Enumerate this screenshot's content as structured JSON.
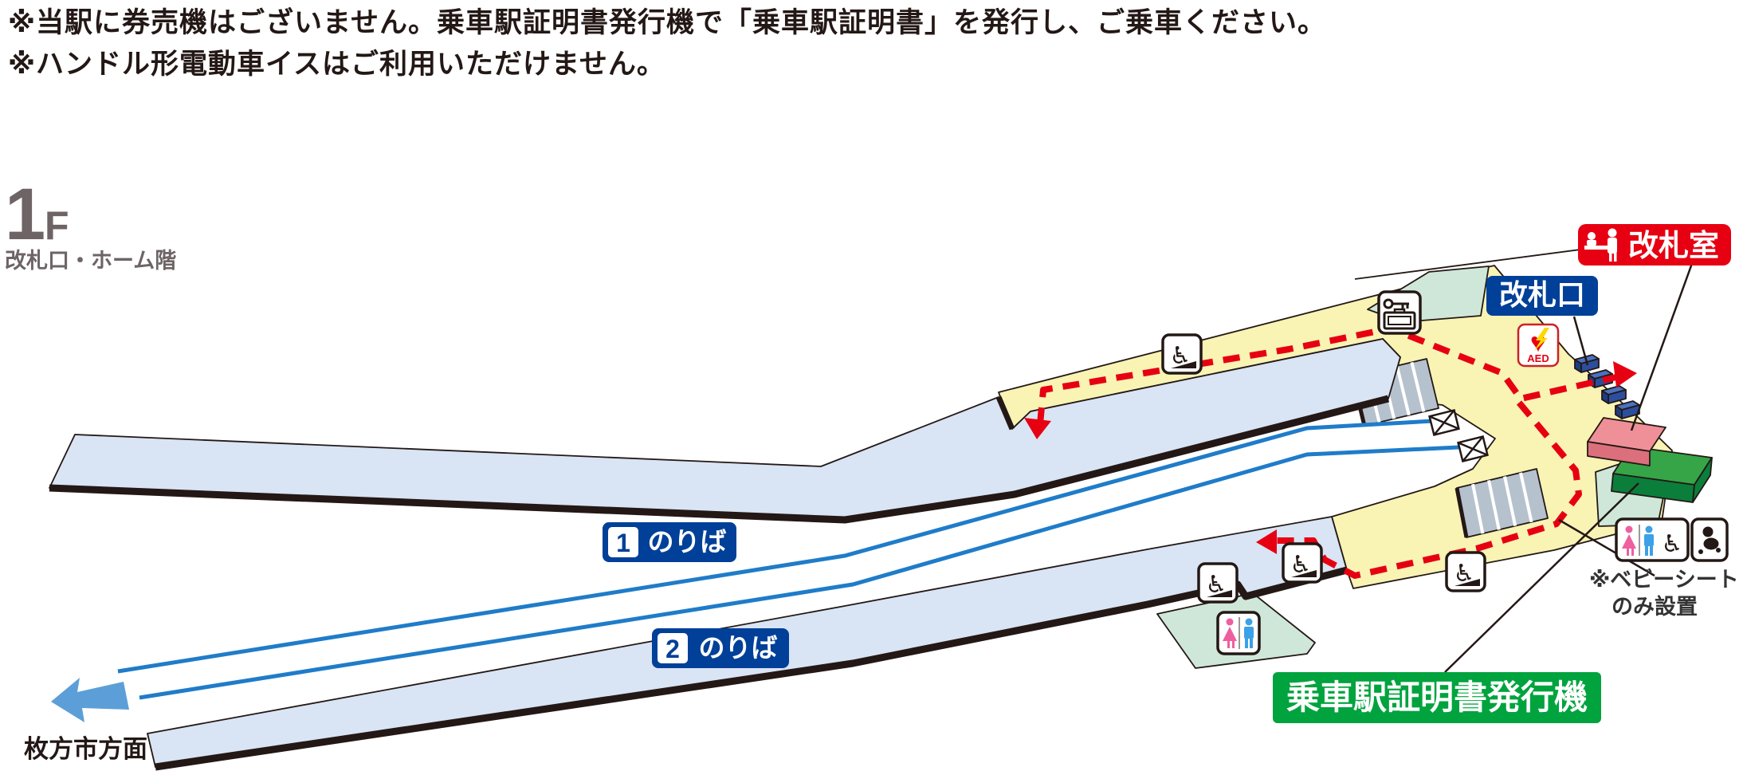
{
  "notes": [
    "※当駅に券売機はございません。乗車駅証明書発行機で「乗車駅証明書」を発行し、ご乗車ください。",
    "※ハンドル形電動車イスはご利用いただけません。"
  ],
  "floor": {
    "level": "1",
    "suffix": "F",
    "caption": "改札口・ホーム階"
  },
  "labels": {
    "office": "改札室",
    "gate": "改札口",
    "machine": "乗車駅証明書発行機"
  },
  "platforms": [
    {
      "no": "1",
      "name": "のりば"
    },
    {
      "no": "2",
      "name": "のりば"
    }
  ],
  "direction": {
    "label": "枚方市方面"
  },
  "aed": {
    "label": "AED"
  },
  "baby_note": {
    "line1": "※ベビーシート",
    "line2": "のみ設置"
  },
  "icons": [
    "station-staff-icon",
    "aed-icon",
    "coin-locker-icon",
    "wheelchair-ramp-icon",
    "toilet-icon",
    "accessible-toilet-icon",
    "baby-seat-icon",
    "buffer-stop-icon",
    "direction-arrow-icon"
  ],
  "colors": {
    "dark": "#231815",
    "yellow": "#f9f3b4",
    "mint": "#cfe7d9",
    "platform": "#d9e4f4",
    "stairs": "#b6c1ce",
    "rail": "#1f7cc9",
    "route": "#e60012",
    "labelBlue": "#004098",
    "labelRed": "#e60012",
    "labelGreen": "#00a33e",
    "pink": "#ef9098",
    "machineTop": "#36a547",
    "arrowBlue": "#5c9fd8",
    "grayText": "#6e6466",
    "womanPink": "#ee5fa0",
    "manBlue": "#3ba1e8"
  }
}
